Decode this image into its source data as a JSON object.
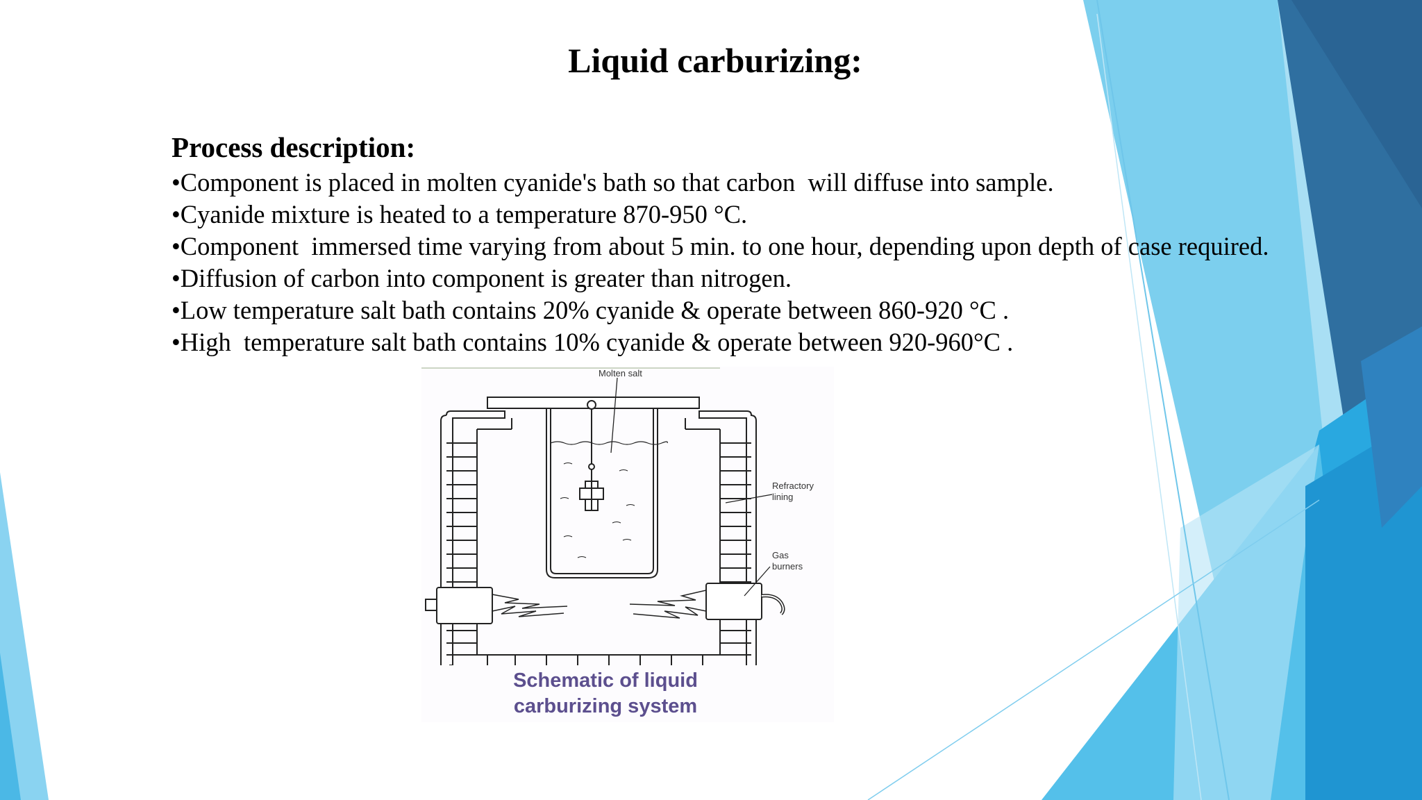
{
  "slide": {
    "title": "Liquid carburizing:",
    "subtitle": "Process description:",
    "bullets": [
      "•Component is placed in molten cyanide's bath so that carbon  will diffuse into sample.",
      "•Cyanide mixture is heated to a temperature 870-950 °C.",
      "•Component  immersed time varying from about 5 min. to one hour, depending upon depth of case required.",
      "•Diffusion of carbon into component is greater than nitrogen.",
      "•Low temperature salt bath contains 20% cyanide & operate between 860-920 °C .",
      "•High  temperature salt bath contains 10% cyanide & operate between 920-960°C ."
    ]
  },
  "figure": {
    "labels": {
      "molten_salt": "Molten salt",
      "refractory_line1": "Refractory",
      "refractory_line2": "lining",
      "gas_line1": "Gas",
      "gas_line2": "burners"
    },
    "caption_line1": "Schematic of liquid",
    "caption_line2": "carburizing system"
  },
  "theme": {
    "accent_light": "#8dd3f0",
    "accent_mid": "#29abe2",
    "accent_dark": "#2e6f9e",
    "caption_color": "#5c4f8e"
  }
}
